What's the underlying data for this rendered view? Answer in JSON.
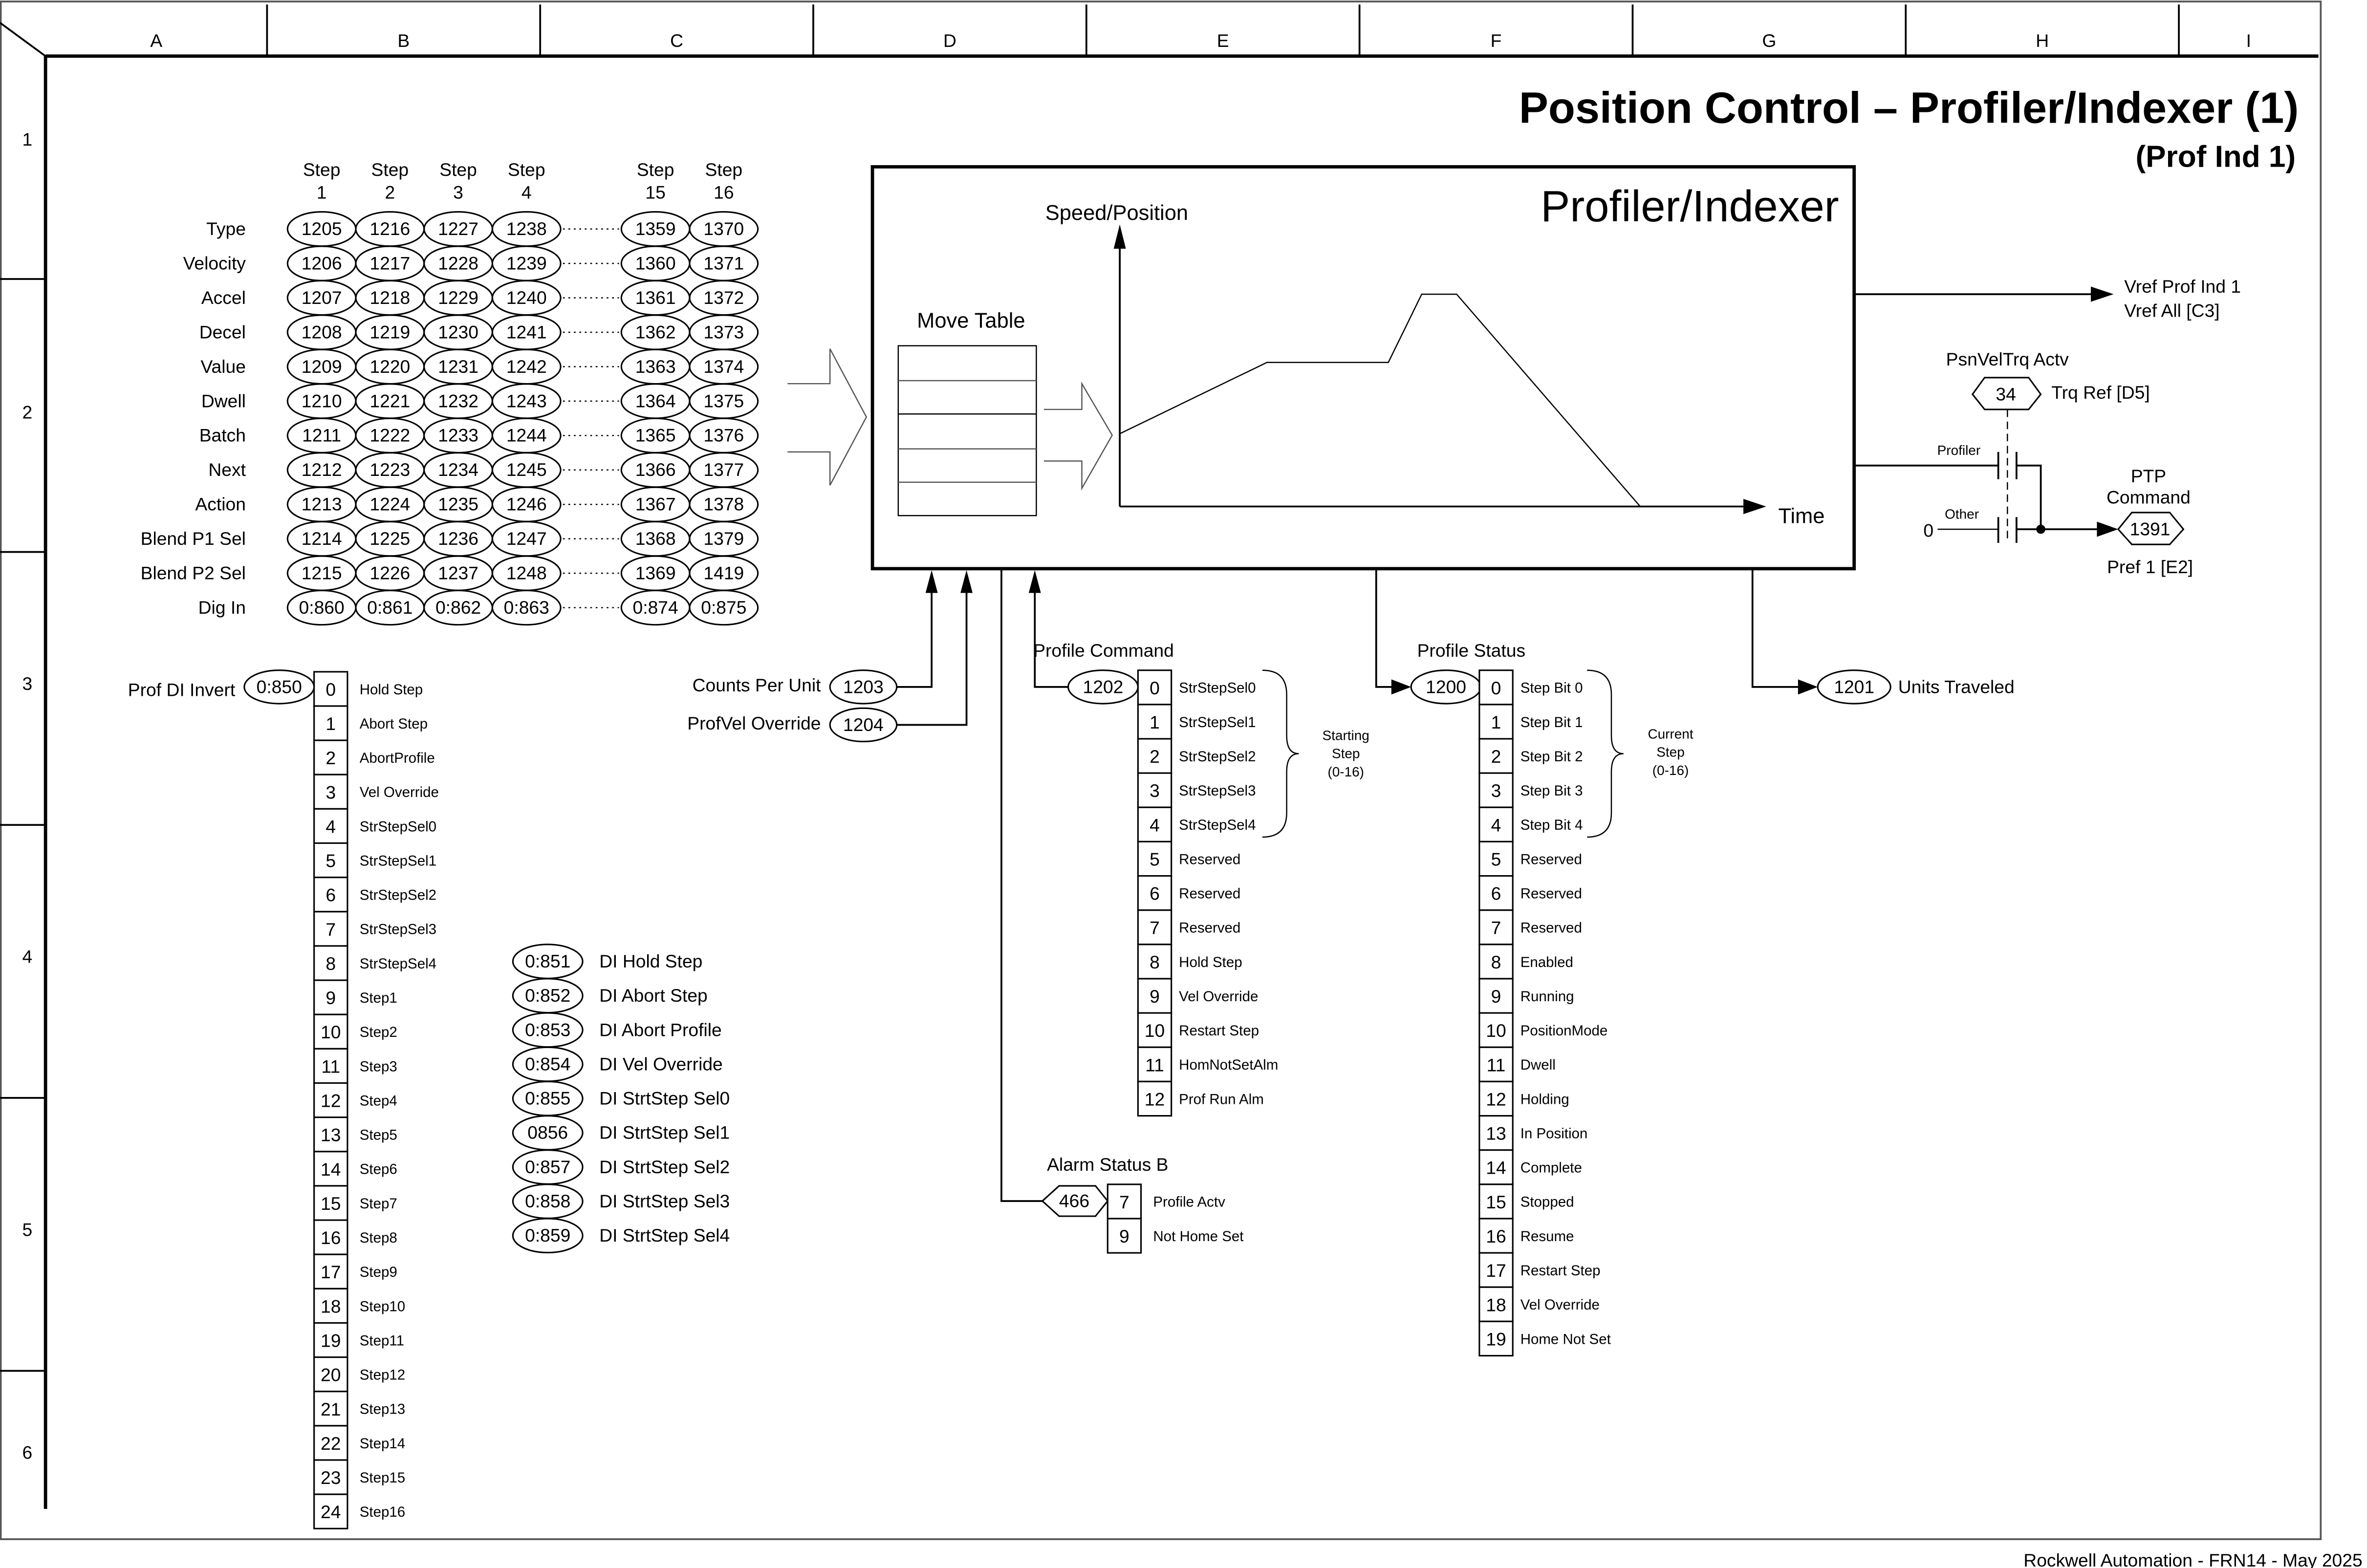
{
  "sheet": {
    "columns": [
      "A",
      "B",
      "C",
      "D",
      "E",
      "F",
      "G",
      "H",
      "I"
    ],
    "rows": [
      "1",
      "2",
      "3",
      "4",
      "5",
      "6"
    ]
  },
  "title": {
    "main": "Position Control – Profiler/Indexer (1)",
    "sub": "(Prof Ind 1)"
  },
  "footer": "Rockwell Automation - FRN14 - May 2025",
  "step_table": {
    "steps": [
      {
        "word": "Step",
        "num": "1"
      },
      {
        "word": "Step",
        "num": "2"
      },
      {
        "word": "Step",
        "num": "3"
      },
      {
        "word": "Step",
        "num": "4"
      },
      {
        "word": "Step",
        "num": "15"
      },
      {
        "word": "Step",
        "num": "16"
      }
    ],
    "rows": [
      {
        "label": "Type",
        "params": [
          "1205",
          "1216",
          "1227",
          "1238",
          "1359",
          "1370"
        ]
      },
      {
        "label": "Velocity",
        "params": [
          "1206",
          "1217",
          "1228",
          "1239",
          "1360",
          "1371"
        ]
      },
      {
        "label": "Accel",
        "params": [
          "1207",
          "1218",
          "1229",
          "1240",
          "1361",
          "1372"
        ]
      },
      {
        "label": "Decel",
        "params": [
          "1208",
          "1219",
          "1230",
          "1241",
          "1362",
          "1373"
        ]
      },
      {
        "label": "Value",
        "params": [
          "1209",
          "1220",
          "1231",
          "1242",
          "1363",
          "1374"
        ]
      },
      {
        "label": "Dwell",
        "params": [
          "1210",
          "1221",
          "1232",
          "1243",
          "1364",
          "1375"
        ]
      },
      {
        "label": "Batch",
        "params": [
          "1211",
          "1222",
          "1233",
          "1244",
          "1365",
          "1376"
        ]
      },
      {
        "label": "Next",
        "params": [
          "1212",
          "1223",
          "1234",
          "1245",
          "1366",
          "1377"
        ]
      },
      {
        "label": "Action",
        "params": [
          "1213",
          "1224",
          "1235",
          "1246",
          "1367",
          "1378"
        ]
      },
      {
        "label": "Blend P1 Sel",
        "params": [
          "1214",
          "1225",
          "1236",
          "1247",
          "1368",
          "1379"
        ]
      },
      {
        "label": "Blend P2 Sel",
        "params": [
          "1215",
          "1226",
          "1237",
          "1248",
          "1369",
          "1419"
        ]
      },
      {
        "label": "Dig In",
        "params": [
          "0:860",
          "0:861",
          "0:862",
          "0:863",
          "0:874",
          "0:875"
        ]
      }
    ]
  },
  "profiler": {
    "title": "Profiler/Indexer",
    "move_table_label": "Move Table",
    "y_axis_label": "Speed/Position",
    "x_axis_label": "Time"
  },
  "outputs": {
    "vref_line1": "Vref Prof Ind 1",
    "vref_line2": "Vref All [C3]",
    "psn_label": "PsnVelTrq Actv",
    "psn_param": "34",
    "trq_ref": "Trq Ref [D5]",
    "switch_profiler": "Profiler",
    "switch_other": "Other",
    "other_value": "0",
    "ptp_label_1": "PTP",
    "ptp_label_2": "Command",
    "ptp_param": "1391",
    "pref": "Pref 1 [E2]",
    "units_param": "1201",
    "units_label": "Units Traveled"
  },
  "inputs": {
    "counts_label": "Counts Per Unit",
    "counts_param": "1203",
    "profvel_label": "ProfVel Override",
    "profvel_param": "1204"
  },
  "prof_di_invert": {
    "label": "Prof DI Invert",
    "param": "0:850",
    "bits": [
      {
        "bit": "0",
        "name": "Hold Step"
      },
      {
        "bit": "1",
        "name": "Abort Step"
      },
      {
        "bit": "2",
        "name": "AbortProfile"
      },
      {
        "bit": "3",
        "name": "Vel Override"
      },
      {
        "bit": "4",
        "name": "StrStepSel0"
      },
      {
        "bit": "5",
        "name": "StrStepSel1"
      },
      {
        "bit": "6",
        "name": "StrStepSel2"
      },
      {
        "bit": "7",
        "name": "StrStepSel3"
      },
      {
        "bit": "8",
        "name": "StrStepSel4"
      },
      {
        "bit": "9",
        "name": "Step1"
      },
      {
        "bit": "10",
        "name": "Step2"
      },
      {
        "bit": "11",
        "name": "Step3"
      },
      {
        "bit": "12",
        "name": "Step4"
      },
      {
        "bit": "13",
        "name": "Step5"
      },
      {
        "bit": "14",
        "name": "Step6"
      },
      {
        "bit": "15",
        "name": "Step7"
      },
      {
        "bit": "16",
        "name": "Step8"
      },
      {
        "bit": "17",
        "name": "Step9"
      },
      {
        "bit": "18",
        "name": "Step10"
      },
      {
        "bit": "19",
        "name": "Step11"
      },
      {
        "bit": "20",
        "name": "Step12"
      },
      {
        "bit": "21",
        "name": "Step13"
      },
      {
        "bit": "22",
        "name": "Step14"
      },
      {
        "bit": "23",
        "name": "Step15"
      },
      {
        "bit": "24",
        "name": "Step16"
      }
    ]
  },
  "di_params": [
    {
      "param": "0:851",
      "label": "DI Hold Step"
    },
    {
      "param": "0:852",
      "label": "DI Abort Step"
    },
    {
      "param": "0:853",
      "label": "DI Abort Profile"
    },
    {
      "param": "0:854",
      "label": "DI Vel Override"
    },
    {
      "param": "0:855",
      "label": "DI StrtStep Sel0"
    },
    {
      "param": "0856",
      "label": "DI StrtStep Sel1"
    },
    {
      "param": "0:857",
      "label": "DI StrtStep Sel2"
    },
    {
      "param": "0:858",
      "label": "DI StrtStep Sel3"
    },
    {
      "param": "0:859",
      "label": "DI StrtStep Sel4"
    }
  ],
  "profile_command": {
    "label": "Profile Command",
    "param": "1202",
    "brace_label": [
      "Starting",
      "Step",
      "(0-16)"
    ],
    "bits": [
      {
        "bit": "0",
        "name": "StrStepSel0"
      },
      {
        "bit": "1",
        "name": "StrStepSel1"
      },
      {
        "bit": "2",
        "name": "StrStepSel2"
      },
      {
        "bit": "3",
        "name": "StrStepSel3"
      },
      {
        "bit": "4",
        "name": "StrStepSel4"
      },
      {
        "bit": "5",
        "name": "Reserved"
      },
      {
        "bit": "6",
        "name": "Reserved"
      },
      {
        "bit": "7",
        "name": "Reserved"
      },
      {
        "bit": "8",
        "name": "Hold Step"
      },
      {
        "bit": "9",
        "name": "Vel Override"
      },
      {
        "bit": "10",
        "name": "Restart Step"
      },
      {
        "bit": "11",
        "name": "HomNotSetAlm"
      },
      {
        "bit": "12",
        "name": "Prof Run Alm"
      }
    ]
  },
  "profile_status": {
    "label": "Profile Status",
    "param": "1200",
    "brace_label": [
      "Current",
      "Step",
      "(0-16)"
    ],
    "bits": [
      {
        "bit": "0",
        "name": "Step Bit 0"
      },
      {
        "bit": "1",
        "name": "Step Bit 1"
      },
      {
        "bit": "2",
        "name": "Step Bit 2"
      },
      {
        "bit": "3",
        "name": "Step Bit 3"
      },
      {
        "bit": "4",
        "name": "Step Bit 4"
      },
      {
        "bit": "5",
        "name": "Reserved"
      },
      {
        "bit": "6",
        "name": "Reserved"
      },
      {
        "bit": "7",
        "name": "Reserved"
      },
      {
        "bit": "8",
        "name": "Enabled"
      },
      {
        "bit": "9",
        "name": "Running"
      },
      {
        "bit": "10",
        "name": "PositionMode"
      },
      {
        "bit": "11",
        "name": "Dwell"
      },
      {
        "bit": "12",
        "name": "Holding"
      },
      {
        "bit": "13",
        "name": "In Position"
      },
      {
        "bit": "14",
        "name": "Complete"
      },
      {
        "bit": "15",
        "name": "Stopped"
      },
      {
        "bit": "16",
        "name": "Resume"
      },
      {
        "bit": "17",
        "name": "Restart Step"
      },
      {
        "bit": "18",
        "name": "Vel Override"
      },
      {
        "bit": "19",
        "name": "Home Not Set"
      }
    ]
  },
  "alarm_status_b": {
    "label": "Alarm Status B",
    "param": "466",
    "bits": [
      {
        "bit": "7",
        "name": "Profile Actv"
      },
      {
        "bit": "9",
        "name": "Not Home Set"
      }
    ]
  }
}
